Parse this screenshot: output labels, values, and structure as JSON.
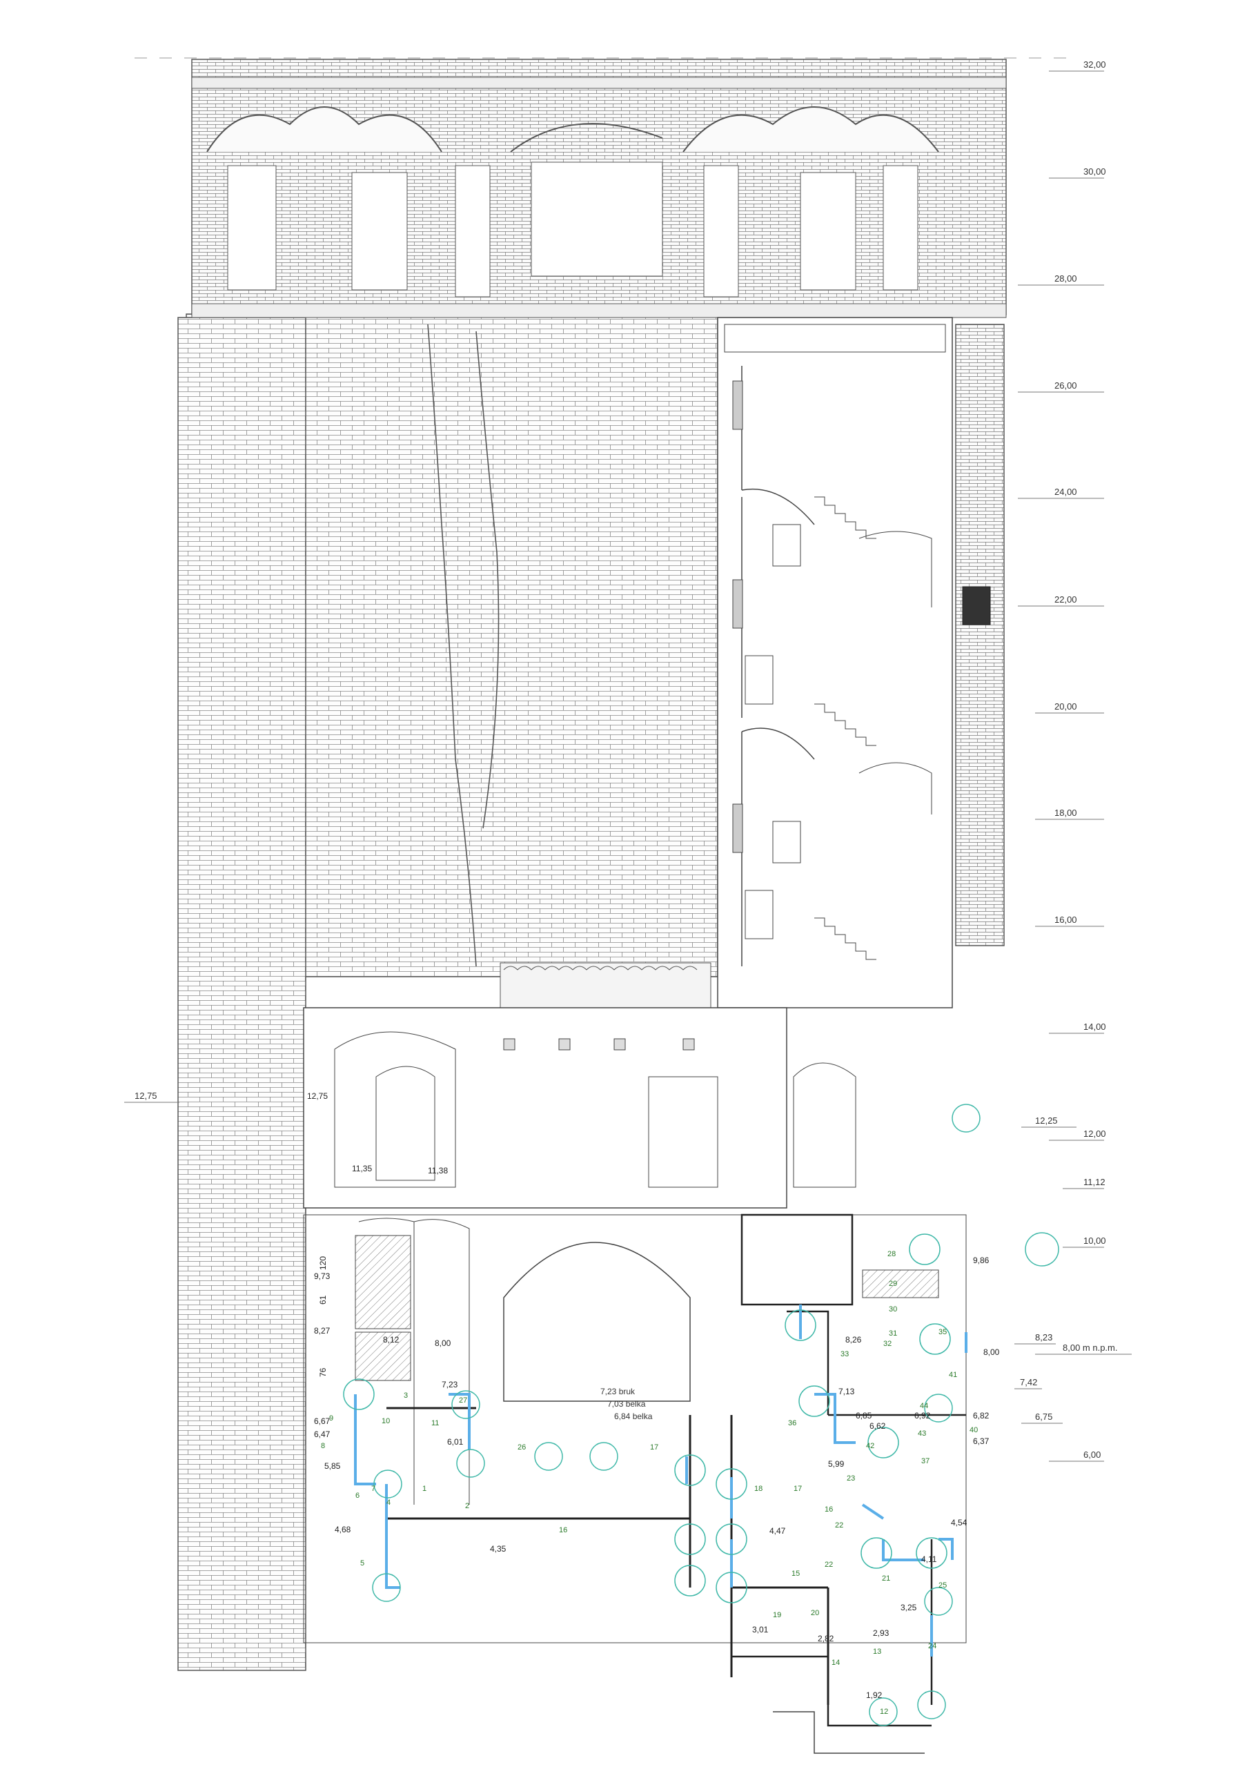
{
  "colors": {
    "line": "#444444",
    "hatch": "#777777",
    "annot_blue": "#5aaee8",
    "annot_circle": "#3fb8a8",
    "number_green": "#2a7a2a"
  },
  "right_scale_levels": [
    "32,00",
    "30,00",
    "28,00",
    "26,00",
    "24,00",
    "22,00",
    "20,00",
    "18,00",
    "16,00",
    "14,00",
    "12,25",
    "12,00",
    "11,12",
    "10,00",
    "8,23",
    "8,00 m n.p.m.",
    "7,42",
    "6,75",
    "6,00"
  ],
  "left_level": "12,75",
  "section_levels": [
    "12,75",
    "11,35",
    "11,38",
    "9,73",
    "8,27",
    "8,12",
    "8,00",
    "7,23",
    "6,67",
    "6,47",
    "6,01",
    "5,85",
    "4,68",
    "4,35",
    "7,13",
    "6,85",
    "6,92",
    "6,62",
    "6,82",
    "6,37",
    "5,99",
    "4,47",
    "4,54",
    "4,11",
    "3,25",
    "3,01",
    "2,82",
    "2,93",
    "1,92",
    "8,26",
    "9,86",
    "8,00"
  ],
  "notes": [
    "7,23 bruk",
    "7,03 belka",
    "6,84 belka"
  ],
  "dim_labels": [
    "120",
    "61",
    "76"
  ],
  "circle_numbers": [
    "1",
    "2",
    "3",
    "4",
    "5",
    "6",
    "7",
    "8",
    "9",
    "10",
    "11",
    "12",
    "13",
    "14",
    "15",
    "16",
    "16",
    "17",
    "17",
    "18",
    "19",
    "20",
    "21",
    "22",
    "22",
    "23",
    "24",
    "25",
    "26",
    "27",
    "28",
    "29",
    "30",
    "31",
    "32",
    "33",
    "35",
    "36",
    "37",
    "40",
    "41",
    "42",
    "43",
    "44"
  ]
}
